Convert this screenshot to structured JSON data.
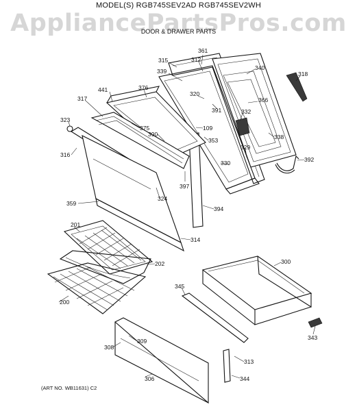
{
  "header": {
    "model_line": "MODEL(S) RGB745SEV2AD  RGB745SEV2WH",
    "watermark": "AppliancePartsPros.com",
    "subtitle": "DOOR & DRAWER PARTS"
  },
  "footer": {
    "art_number": "(ART NO. WB11631) C2"
  },
  "callouts": [
    {
      "id": "361",
      "label": "361"
    },
    {
      "id": "312",
      "label": "312"
    },
    {
      "id": "315",
      "label": "315"
    },
    {
      "id": "339",
      "label": "339"
    },
    {
      "id": "340",
      "label": "340"
    },
    {
      "id": "318",
      "label": "318"
    },
    {
      "id": "441",
      "label": "441"
    },
    {
      "id": "376",
      "label": "376"
    },
    {
      "id": "320",
      "label": "320"
    },
    {
      "id": "366",
      "label": "366"
    },
    {
      "id": "317",
      "label": "317"
    },
    {
      "id": "391",
      "label": "391"
    },
    {
      "id": "332",
      "label": "332"
    },
    {
      "id": "323",
      "label": "323"
    },
    {
      "id": "375",
      "label": "375"
    },
    {
      "id": "109",
      "label": "109"
    },
    {
      "id": "390",
      "label": "390"
    },
    {
      "id": "338",
      "label": "338"
    },
    {
      "id": "353",
      "label": "353"
    },
    {
      "id": "316",
      "label": "316"
    },
    {
      "id": "329",
      "label": "329"
    },
    {
      "id": "392",
      "label": "392"
    },
    {
      "id": "330",
      "label": "330"
    },
    {
      "id": "397",
      "label": "397"
    },
    {
      "id": "324",
      "label": "324"
    },
    {
      "id": "359",
      "label": "359"
    },
    {
      "id": "394",
      "label": "394"
    },
    {
      "id": "201",
      "label": "201"
    },
    {
      "id": "314",
      "label": "314"
    },
    {
      "id": "300",
      "label": "300"
    },
    {
      "id": "202",
      "label": "202"
    },
    {
      "id": "345",
      "label": "345"
    },
    {
      "id": "200",
      "label": "200"
    },
    {
      "id": "343",
      "label": "343"
    },
    {
      "id": "309",
      "label": "309"
    },
    {
      "id": "308",
      "label": "308"
    },
    {
      "id": "313",
      "label": "313"
    },
    {
      "id": "306",
      "label": "306"
    },
    {
      "id": "344",
      "label": "344"
    }
  ]
}
